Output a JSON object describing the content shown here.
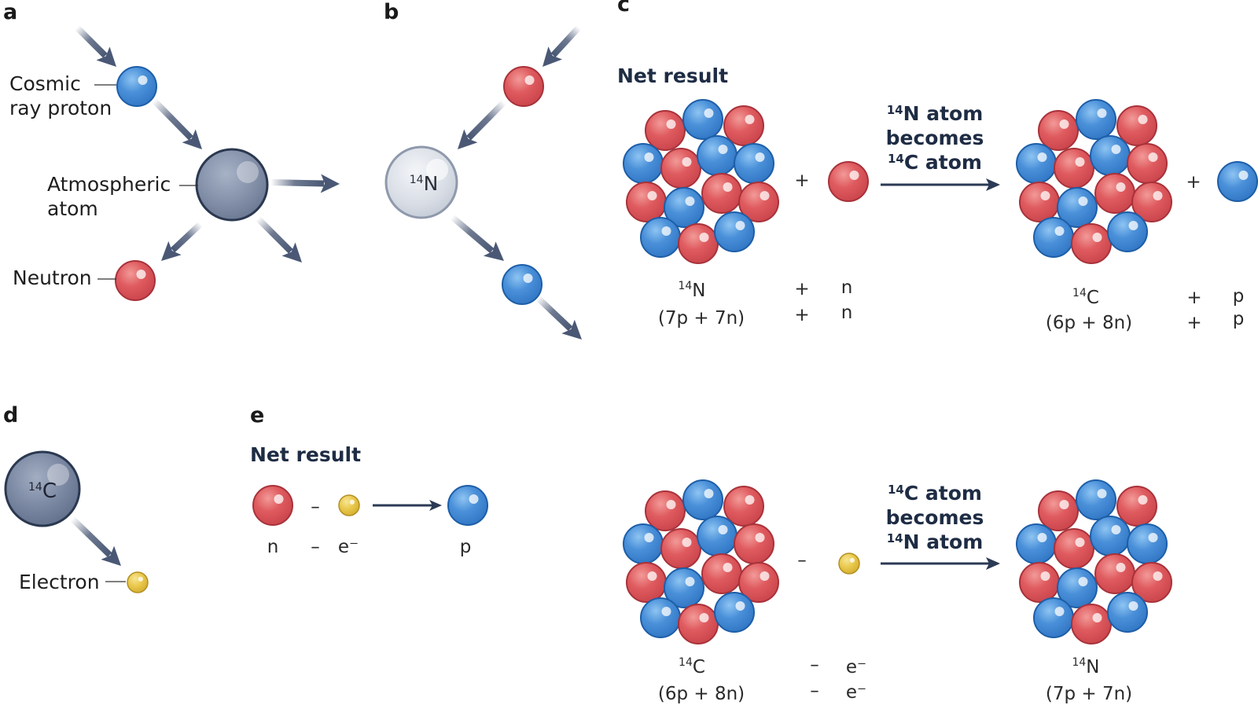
{
  "colors": {
    "proton": "#4a90d9",
    "proton_stroke": "#1d5ea8",
    "neutron": "#df5b5f",
    "neutron_stroke": "#a8323a",
    "electron": "#e9c84b",
    "electron_stroke": "#b39023",
    "arrow": "#4a5875",
    "reaction_arrow": "#2b3a55"
  },
  "panel_a": {
    "letter": "a",
    "proton_label_line1": "Cosmic",
    "proton_label_line2": "ray proton",
    "atom_label_line1": "Atmospheric",
    "atom_label_line2": "atom",
    "neutron_label": "Neutron"
  },
  "panel_b": {
    "letter": "b",
    "atom_sup": "14",
    "atom_symbol": "N"
  },
  "panel_c": {
    "letter": "c",
    "title": "Net result",
    "arrow_line1_sup": "14",
    "arrow_line1_rest": "N atom",
    "arrow_line2": "becomes",
    "arrow_line3_sup": "14",
    "arrow_line3_rest": "C atom",
    "plus": "+",
    "left_sup": "14",
    "left_symbol": "N",
    "left_composition": "(7p + 7n)",
    "left_particle": "n",
    "right_sup": "14",
    "right_symbol": "C",
    "right_composition": "(6p + 8n)",
    "right_particle": "p"
  },
  "panel_d": {
    "letter": "d",
    "atom_sup": "14",
    "atom_symbol": "C",
    "electron_label": "Electron"
  },
  "panel_e": {
    "letter": "e",
    "title": "Net result",
    "minus": "–",
    "neutron_symbol": "n",
    "electron_symbol": "e⁻",
    "proton_symbol": "p",
    "arrow_line1_sup": "14",
    "arrow_line1_rest": "C atom",
    "arrow_line2": "becomes",
    "arrow_line3_sup": "14",
    "arrow_line3_rest": "N atom",
    "left_sup": "14",
    "left_symbol": "C",
    "left_composition": "(6p + 8n)",
    "right_sup": "14",
    "right_symbol": "N",
    "right_composition": "(7p + 7n)"
  }
}
